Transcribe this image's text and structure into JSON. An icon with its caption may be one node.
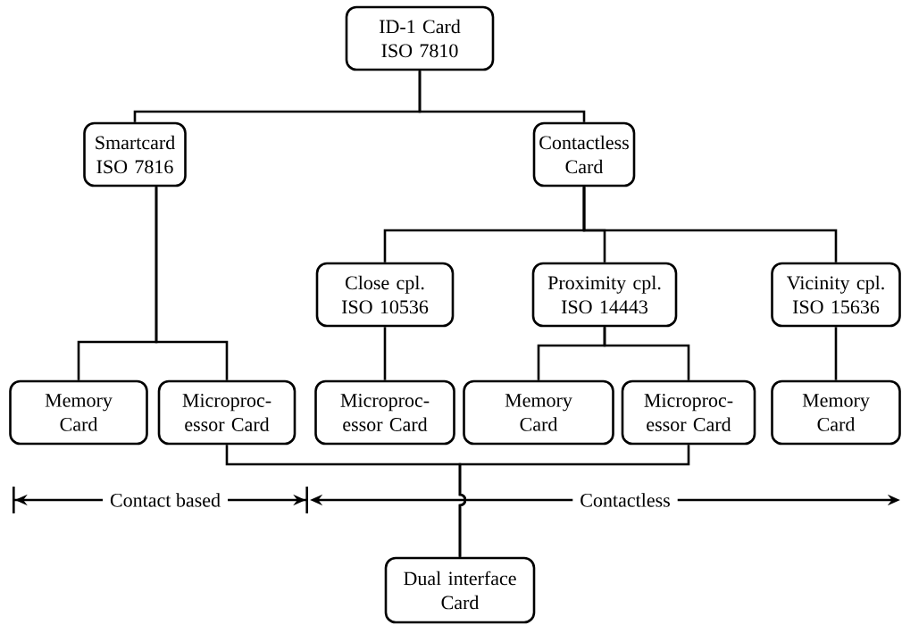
{
  "diagram": {
    "nodes": [
      {
        "text": [
          "ID-1 Card ISO 7810"
        ]
      },
      {
        "text": [
          "Smartcard ISO 7816"
        ]
      },
      {
        "text": [
          "Contactless Card"
        ]
      },
      {
        "text": [
          "Close cpl. ISO 10536"
        ]
      },
      {
        "text": [
          "Proximity cpl. ISO 14443"
        ]
      },
      {
        "text": [
          "Vicinity cpl. ISO 15636"
        ]
      },
      {
        "text": [
          "Memory Card"
        ]
      },
      {
        "text": [
          "Microproc- essor Card"
        ]
      },
      {
        "text": [
          "Microproc- essor Card"
        ]
      },
      {
        "text": [
          "Memory Card"
        ]
      },
      {
        "text": [
          "Microproc- essor Card"
        ]
      },
      {
        "text": [
          "Memory Card"
        ]
      },
      {
        "text": [
          "Dual interface Card"
        ]
      }
    ],
    "edges": [
      {
        "from": 0,
        "to": 1,
        "arrow": "none"
      },
      {
        "from": 0,
        "to": 2,
        "arrow": "none"
      },
      {
        "from": 1,
        "to": 6,
        "arrow": "none"
      },
      {
        "from": 1,
        "to": 7,
        "arrow": "none"
      },
      {
        "from": 2,
        "to": 3,
        "arrow": "none"
      },
      {
        "from": 2,
        "to": 4,
        "arrow": "none"
      },
      {
        "from": 2,
        "to": 5,
        "arrow": "none"
      },
      {
        "from": 3,
        "to": 8,
        "arrow": "none"
      },
      {
        "from": 4,
        "to": 9,
        "arrow": "none"
      },
      {
        "from": 4,
        "to": 10,
        "arrow": "none"
      },
      {
        "from": 5,
        "to": 11,
        "arrow": "none"
      },
      {
        "from": 7,
        "to": 12,
        "arrow": "none"
      },
      {
        "from": 10,
        "to": 12,
        "arrow": "none"
      }
    ],
    "labels": [
      "Contact based",
      "Contactless"
    ]
  }
}
